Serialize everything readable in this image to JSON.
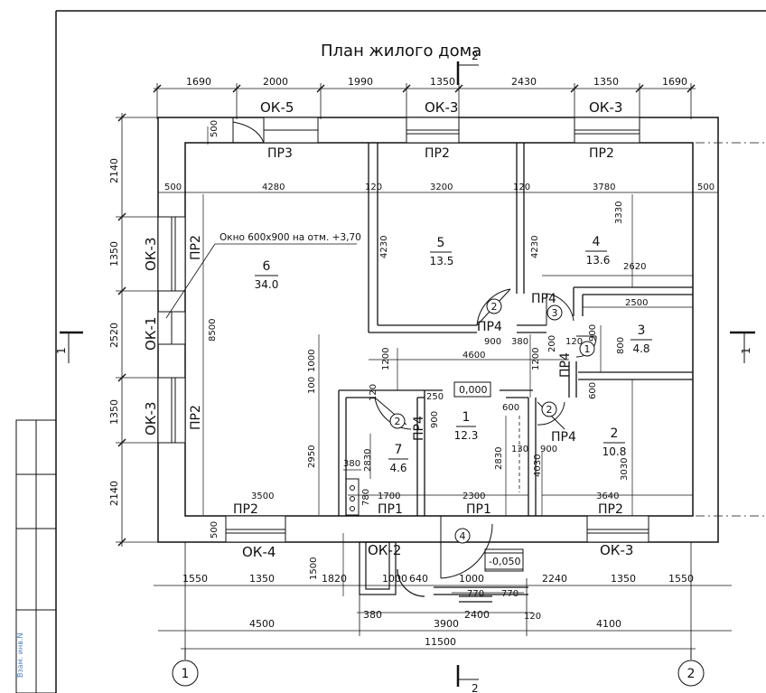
{
  "title": "План жилого дома",
  "section_marks": {
    "top": "2",
    "bottom": "2",
    "left": "1",
    "right": "1"
  },
  "axes": [
    "1",
    "2"
  ],
  "dim_top": [
    "1690",
    "2000",
    "1990",
    "1350",
    "2430",
    "1350",
    "1690"
  ],
  "dim_left": [
    "2140",
    "1350",
    "2520",
    "1350",
    "2140"
  ],
  "dim_bottom1": [
    "1550",
    "1350",
    "1820",
    "1000",
    "640",
    "1000",
    "2240",
    "1350",
    "1550"
  ],
  "dim_bottom2": [
    "380",
    "2400",
    "120"
  ],
  "dim_bottom3": [
    "4500",
    "3900",
    "4100"
  ],
  "dim_total": "11500",
  "windows": {
    "ok5": "ОК-5",
    "ok3_a": "ОК-3",
    "ok3_b": "ОК-3",
    "ok3_left1": "ОК-3",
    "ok1": "ОК-1",
    "ok3_left2": "ОК-3",
    "ok4": "ОК-4",
    "ok2": "ОК-2",
    "ok3_bottom": "ОК-3"
  },
  "lintels": {
    "pr3": "ПР3",
    "pr2_top1": "ПР2",
    "pr2_top2": "ПР2",
    "pr2_left1": "ПР2",
    "pr2_left2": "ПР2",
    "pr2_bot1": "ПР2",
    "pr2_bot2": "ПР2",
    "pr1_a": "ПР1",
    "pr1_b": "ПР1",
    "pr4_a": "ПР4",
    "pr4_b": "ПР4",
    "pr4_c": "ПР4",
    "pr4_d": "ПР4",
    "pr4_e": "ПР4"
  },
  "rooms": [
    {
      "num": "1",
      "area": "12.3"
    },
    {
      "num": "2",
      "area": "10.8"
    },
    {
      "num": "3",
      "area": "4.8"
    },
    {
      "num": "4",
      "area": "13.6"
    },
    {
      "num": "5",
      "area": "13.5"
    },
    {
      "num": "6",
      "area": "34.0"
    },
    {
      "num": "7",
      "area": "4.6"
    }
  ],
  "door_marks": [
    "2",
    "3",
    "1",
    "2",
    "2",
    "4"
  ],
  "levels": {
    "floor": "0,000",
    "porch": "-0,050"
  },
  "window_note": "Окно 600х900 на отм. +3,70",
  "inner_dims": {
    "d500a": "500",
    "d4280": "4280",
    "d120a": "120",
    "d3200": "3200",
    "d120b": "120",
    "d3780": "3780",
    "d500b": "500",
    "d500c": "500",
    "d500d": "500",
    "d4230a": "4230",
    "d4230b": "4230",
    "d3330": "3330",
    "d2620": "2620",
    "d2500": "2500",
    "d8500": "8500",
    "d1000a": "1000",
    "d100": "100",
    "d2950": "2950",
    "d1200a": "1200",
    "d1200b": "1200",
    "d4600": "4600",
    "d900a": "900",
    "d380a": "380",
    "d120c": "120",
    "d900b": "900",
    "d800": "800",
    "d200": "200",
    "d600a": "600",
    "d600b": "600",
    "d250": "250",
    "d120d": "120",
    "d900c": "900",
    "d130": "130",
    "d900d": "900",
    "d4030": "4030",
    "d3030": "3030",
    "d2830a": "2830",
    "d2830b": "2830",
    "d380b": "380",
    "d780": "780",
    "d3500": "3500",
    "d1700": "1700",
    "d2300": "2300",
    "d3640": "3640",
    "d1500": "1500",
    "d770a": "770",
    "d770b": "770",
    "d120e": "120"
  },
  "stamp_text": "Взам. инв.N"
}
